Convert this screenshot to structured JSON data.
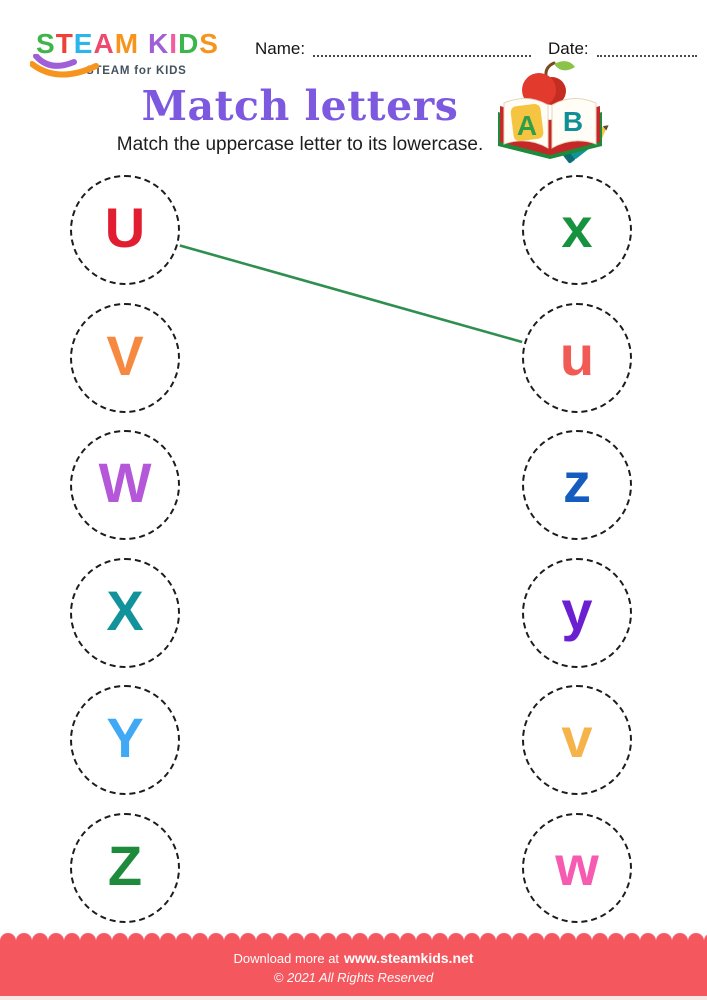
{
  "header": {
    "logo": {
      "letters": [
        {
          "ch": "S",
          "color": "#3db54a"
        },
        {
          "ch": "T",
          "color": "#ef4136"
        },
        {
          "ch": "E",
          "color": "#2cb5e8"
        },
        {
          "ch": "A",
          "color": "#ee4a6e"
        },
        {
          "ch": "M",
          "color": "#f7941e"
        },
        {
          "ch": " ",
          "color": ""
        },
        {
          "ch": "K",
          "color": "#a05fd6"
        },
        {
          "ch": "I",
          "color": "#f25da2"
        },
        {
          "ch": "D",
          "color": "#3db54a"
        },
        {
          "ch": "S",
          "color": "#f7941e"
        }
      ],
      "tagline": "STEAM for KIDS",
      "swoosh_colors": [
        "#a05fd6",
        "#f7941e"
      ]
    },
    "name_label": "Name:",
    "date_label": "Date:"
  },
  "title": {
    "text": "Match letters",
    "color": "#7d59e0",
    "subtitle": "Match the uppercase letter to its lowercase.",
    "icon": "abc-book-with-apple-and-pencil"
  },
  "worksheet": {
    "left_column": [
      {
        "letter": "U",
        "color": "#e21d32"
      },
      {
        "letter": "V",
        "color": "#f6883f"
      },
      {
        "letter": "W",
        "color": "#b457d8"
      },
      {
        "letter": "X",
        "color": "#12939b"
      },
      {
        "letter": "Y",
        "color": "#3fa9f5"
      },
      {
        "letter": "Z",
        "color": "#1e8a3c"
      }
    ],
    "right_column": [
      {
        "letter": "x",
        "color": "#17923e"
      },
      {
        "letter": "u",
        "color": "#f15b56"
      },
      {
        "letter": "z",
        "color": "#145dbf"
      },
      {
        "letter": "y",
        "color": "#6a1fd0"
      },
      {
        "letter": "v",
        "color": "#f5b34a"
      },
      {
        "letter": "w",
        "color": "#f75bb1"
      }
    ],
    "connections": [
      {
        "from": "U",
        "to": "u",
        "color": "#2f8f4f"
      }
    ]
  },
  "footer": {
    "download_prefix": "Download more at",
    "site": "www.steamkids.net",
    "copyright": "© 2021 All Rights Reserved",
    "banner_color": "#f4575e"
  }
}
